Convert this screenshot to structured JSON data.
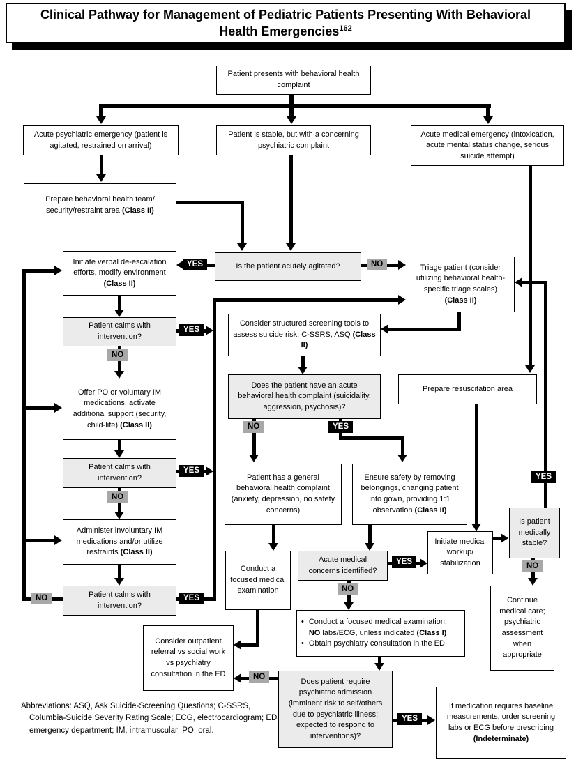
{
  "title": {
    "text": "Clinical Pathway for Management of Pediatric Patients Presenting With Behavioral Health Emergencies",
    "ref": "162"
  },
  "labels": {
    "yes": "YES",
    "no": "NO"
  },
  "nodes": {
    "presents": {
      "text": "Patient presents with behavioral health complaint"
    },
    "acute_psych": {
      "text": "Acute psychiatric emergency (patient is agitated, restrained on arrival)"
    },
    "patient_stable": {
      "text": "Patient is stable, but with a concerning psychiatric complaint"
    },
    "acute_medical": {
      "text": "Acute medical emergency (intoxication, acute mental status change, serious suicide attempt)"
    },
    "prepare_team": {
      "text": "Prepare behavioral health team/ security/restraint area **(Class II)**"
    },
    "agitated": {
      "text": "Is the patient acutely agitated?"
    },
    "triage": {
      "text": "Triage patient (consider utilizing behavioral health- specific triage scales) **(Class II)**"
    },
    "initiate_verbal": {
      "text": "Initiate verbal de-escalation efforts, modify environment **(Class II)**"
    },
    "calms1": {
      "text": "Patient calms with intervention?"
    },
    "screening": {
      "text": "Consider structured screening tools to assess suicide risk: C-SSRS, ASQ **(Class II)**"
    },
    "acute_bh": {
      "text": "Does the patient have an acute behavioral health complaint (suicidality, aggression, psychosis)?"
    },
    "prepare_resus": {
      "text": "Prepare resuscitation area"
    },
    "offer_po": {
      "text": "Offer PO or voluntary IM medications, activate additional support (security, child-life) **(Class II)**"
    },
    "calms2": {
      "text": "Patient calms with intervention?"
    },
    "general_bh": {
      "text": "Patient has a general behavioral health complaint (anxiety, depression, no safety concerns)"
    },
    "ensure_safety": {
      "text": "Ensure safety by removing belongings, changing patient into gown, providing 1:1 observation **(Class II)**"
    },
    "admin_im": {
      "text": "Administer involuntary IM medications and/or utilize restraints **(Class II)**"
    },
    "stable": {
      "text": "Is patient medically stable?"
    },
    "initiate_workup": {
      "text": "Initiate medical workup/ stabilization"
    },
    "calms3": {
      "text": "Patient calms with intervention?"
    },
    "focused_exam": {
      "text": "Conduct a focused medical examination"
    },
    "acute_concerns": {
      "text": "Acute medical concerns identified?"
    },
    "continue_care": {
      "text": "Continue medical care; psychiatric assessment when appropriate"
    },
    "ed_management": {
      "items": [
        "Conduct a focused medical examination; **NO** labs/ECG, unless indicated **(Class I)**",
        "Obtain psychiatry consultation in the ED"
      ]
    },
    "consider_outpatient": {
      "text": "Consider outpatient referral vs social work vs psychiatry consultation in the ED"
    },
    "psych_admission": {
      "text": "Does patient require psychiatric admission (imminent risk to self/others due to psychiatric illness; expected to respond to interventions)?"
    },
    "if_medication": {
      "text": "If medication requires baseline measurements, order screening labs or ECG before prescribing **(Indeterminate)**"
    }
  },
  "abbreviations": "Abbreviations: ASQ, Ask Suicide-Screening Questions; C-SSRS, Columbia-Suicide Severity Rating Scale; ECG, electrocardiogram; ED, emergency department; IM, intramuscular; PO, oral.",
  "colors": {
    "box_gray": "#ebebeb",
    "no_label_gray": "#a8a8a8",
    "line_black": "#000000"
  }
}
